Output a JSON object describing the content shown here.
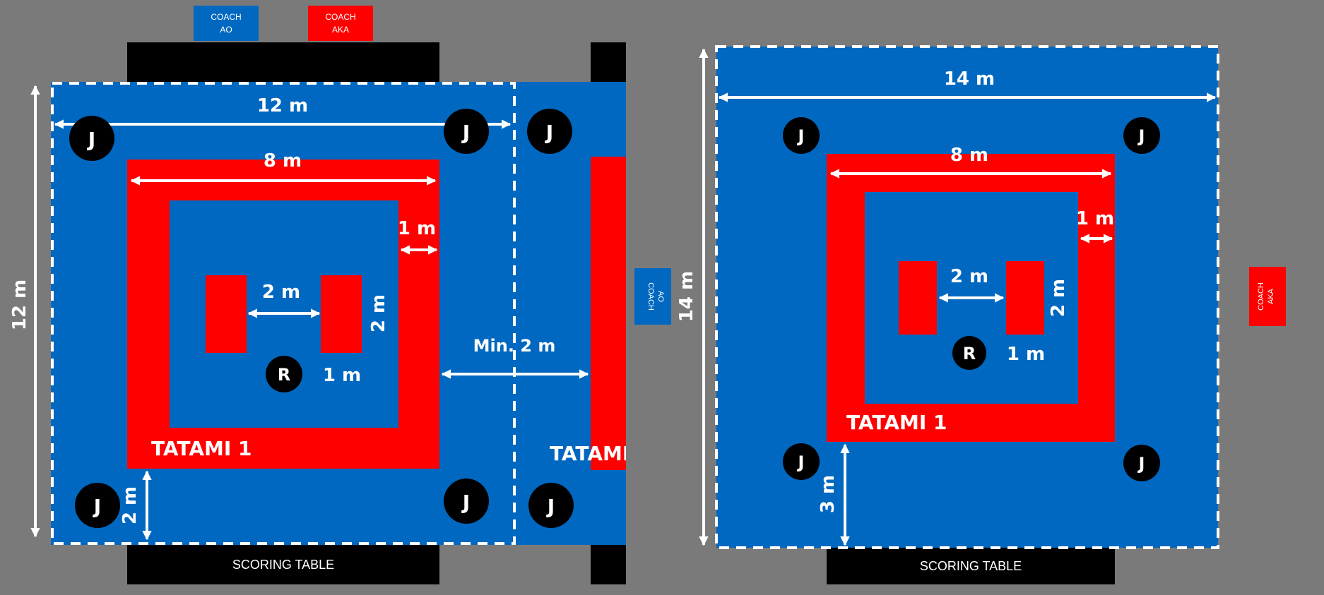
{
  "colors": {
    "background": "#7a7a7a",
    "mat_blue": "#0068c0",
    "mat_red": "#ff0000",
    "black": "#000000",
    "white": "#ffffff"
  },
  "left": {
    "coach_ao": [
      "COACH",
      "AO"
    ],
    "coach_aka": [
      "COACH",
      "AKA"
    ],
    "coach_ao_side": [
      "COACH",
      "AO"
    ],
    "width_label": "12 m",
    "height_label": "12 m",
    "inner_label": "8 m",
    "border_label": "1 m",
    "start_lines_gap": "2 m",
    "start_line_length": "2 m",
    "referee_label": "R",
    "referee_offset": "1 m",
    "tatami_name": "TATAMI 1",
    "neighbor_tatami": "TATAMI",
    "bottom_gap": "2 m",
    "between_label": "Min. 2 m",
    "judge_label": "J",
    "scoring_table": "SCORING TABLE"
  },
  "right": {
    "width_label": "14 m",
    "height_label": "14 m",
    "inner_label": "8 m",
    "border_label": "1 m",
    "start_lines_gap": "2 m",
    "start_line_length": "2 m",
    "referee_label": "R",
    "referee_offset": "1 m",
    "tatami_name": "TATAMI 1",
    "bottom_gap": "3 m",
    "judge_label": "J",
    "coach_aka_side": [
      "COACH",
      "AKA"
    ],
    "scoring_table": "SCORING TABLE"
  }
}
